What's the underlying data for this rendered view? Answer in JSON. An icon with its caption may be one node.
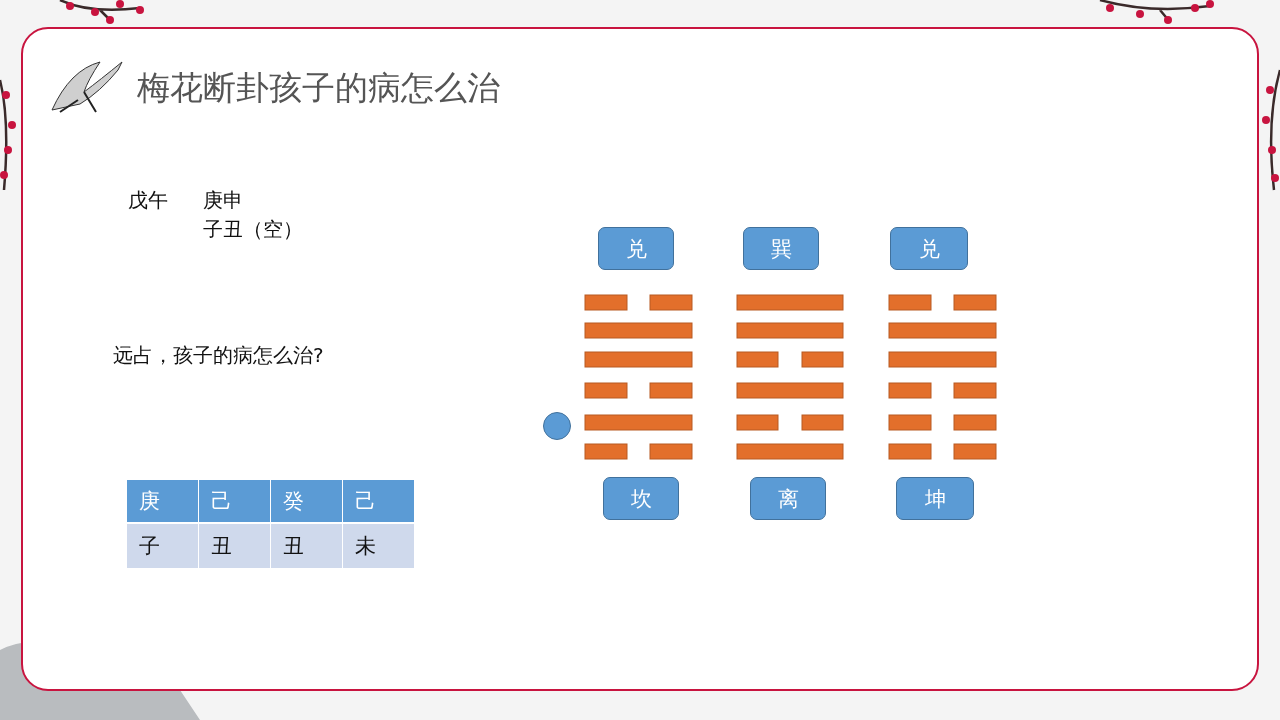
{
  "diagram": {
    "title": "梅花断卦孩子的病怎么治",
    "nodes": [
      {
        "text": [
          "兑"
        ]
      },
      {
        "text": [
          "巽"
        ]
      },
      {
        "text": [
          "兑"
        ]
      },
      {
        "text": [
          "坎"
        ]
      },
      {
        "text": [
          "离"
        ]
      },
      {
        "text": [
          "坤"
        ]
      }
    ],
    "labels": [
      "戊午",
      "庚申",
      "子丑（空）",
      "远占，孩子的病怎么治?",
      "庚",
      "己",
      "癸",
      "己",
      "子",
      "丑",
      "丑",
      "未"
    ]
  }
}
